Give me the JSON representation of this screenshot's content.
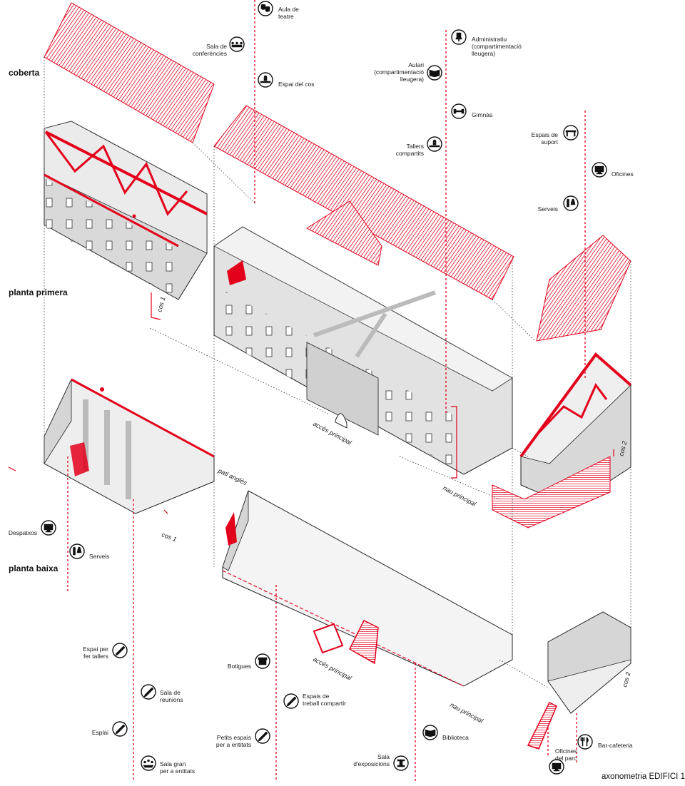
{
  "levels": {
    "roof": "coberta",
    "first_floor": "planta primera",
    "ground_floor": "planta baixa"
  },
  "caption": "axonometria EDIFICI 1",
  "tags": {
    "cos1_top": "cos 1",
    "cos1_bottom": "cos 1",
    "cos2_top": "cos 2",
    "cos2_bottom": "cos 2",
    "acces_top": "accés principal",
    "acces_bottom": "accés principal",
    "nau_top": "nau principal",
    "nau_bottom": "nau principal",
    "pati": "pati anglès"
  },
  "labels": {
    "aula_teatre": [
      "Aula de",
      "teatre"
    ],
    "sala_conferencies": [
      "Sala de",
      "conferències"
    ],
    "espai_cos": [
      "Espai del cos"
    ],
    "administratiu": [
      "Administratiu",
      "(compartimentació",
      "lleugera)"
    ],
    "aulari": [
      "Aulari",
      "(compartimentació",
      "lleugera)"
    ],
    "gimnas": [
      "Gimnàs"
    ],
    "tallers_compartits": [
      "Tallers",
      "compartits"
    ],
    "espais_suport": [
      "Espais de",
      "suport"
    ],
    "oficines": [
      "Oficines"
    ],
    "serveis_top": [
      "Serveis"
    ],
    "despatxos": [
      "Despatxos"
    ],
    "serveis_bottom": [
      "Serveis"
    ],
    "espai_tallers": [
      "Espai per",
      "fer tallers"
    ],
    "sala_reunions": [
      "Sala de",
      "reunions"
    ],
    "esplai": [
      "Esplai"
    ],
    "sala_gran": [
      "Sala gran",
      "per a entitats"
    ],
    "botigues": [
      "Botigues"
    ],
    "espais_treball": [
      "Espais de",
      "treball compartir"
    ],
    "petits_espais": [
      "Petits espais",
      "per a entitats"
    ],
    "biblioteca": [
      "Biblioteca"
    ],
    "sala_exposicions": [
      "Sala",
      "d'exposicions"
    ],
    "oficines_parc": [
      "Oficines",
      "del parc"
    ],
    "bar_cafeteria": [
      "Bar-cafeteria"
    ]
  },
  "icons": {
    "aula_teatre": "theatre-masks-icon",
    "sala_conferencies": "conference-audience-icon",
    "espai_cos": "meditation-figure-icon",
    "administratiu": "office-chair-icon",
    "aulari": "open-book-icon",
    "gimnas": "dumbbell-icon",
    "tallers_compartits": "meditation-figure-icon",
    "espais_suport": "table-icon",
    "oficines": "computer-monitor-icon",
    "serveis_top": "restroom-people-icon",
    "despatxos": "computer-monitor-icon",
    "serveis_bottom": "restroom-people-icon",
    "espai_tallers": "paintbrush-icon",
    "sala_reunions": "pencil-icon",
    "esplai": "paintbrush-icon",
    "sala_gran": "group-people-icon",
    "botigues": "shop-icon",
    "espais_treball": "pencil-icon",
    "petits_espais": "pencil-icon",
    "biblioteca": "open-book-icon",
    "sala_exposicions": "pedestal-icon",
    "oficines_parc": "computer-monitor-icon",
    "bar_cafeteria": "fork-knife-icon"
  },
  "colors": {
    "accent_red": "#e3001b",
    "wall_grey": "#d9d9d9",
    "line_black": "#111111"
  }
}
